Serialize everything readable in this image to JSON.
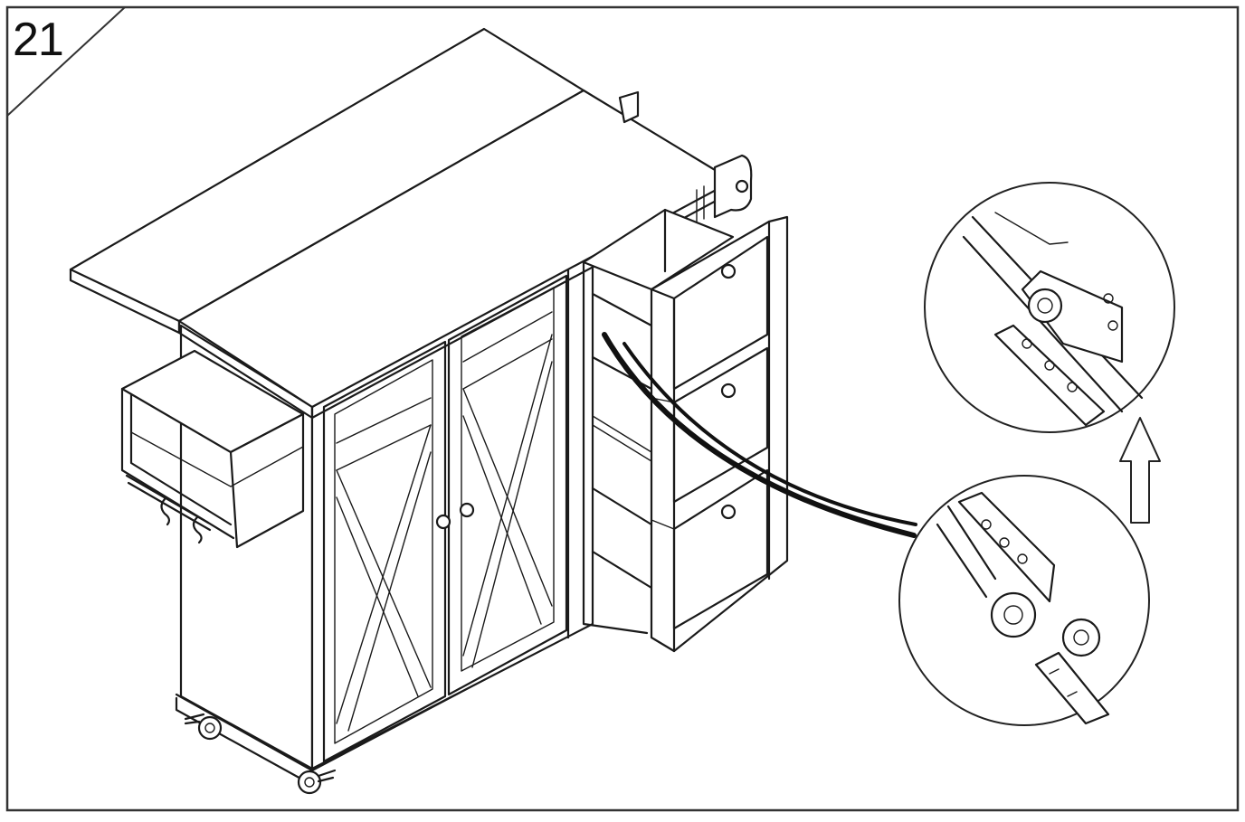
{
  "step": {
    "number": "21"
  },
  "colors": {
    "line": "#1a1a1a",
    "background": "#ffffff",
    "frame": "#333333"
  },
  "icons": {
    "step_corner": "diagonal-corner-tab",
    "direction_arrow": "up-arrow-outline",
    "pointer": "curved-callout-leader"
  }
}
